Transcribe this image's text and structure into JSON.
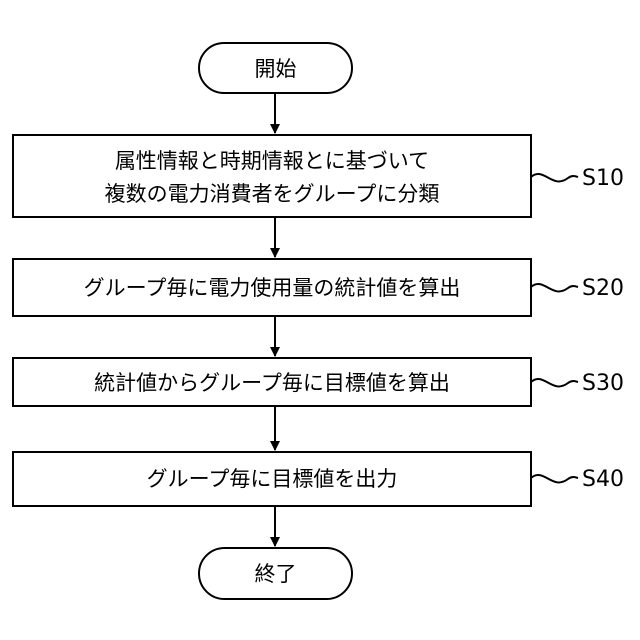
{
  "flowchart": {
    "start": {
      "text": "開始"
    },
    "steps": [
      {
        "lines": [
          "属性情報と時期情報とに基づいて",
          "複数の電力消費者をグループに分類"
        ],
        "label": "S10"
      },
      {
        "lines": [
          "グループ毎に電力使用量の統計値を算出"
        ],
        "label": "S20"
      },
      {
        "lines": [
          "統計値からグループ毎に目標値を算出"
        ],
        "label": "S30"
      },
      {
        "lines": [
          "グループ毎に目標値を出力"
        ],
        "label": "S40"
      }
    ],
    "end": {
      "text": "終了"
    }
  }
}
